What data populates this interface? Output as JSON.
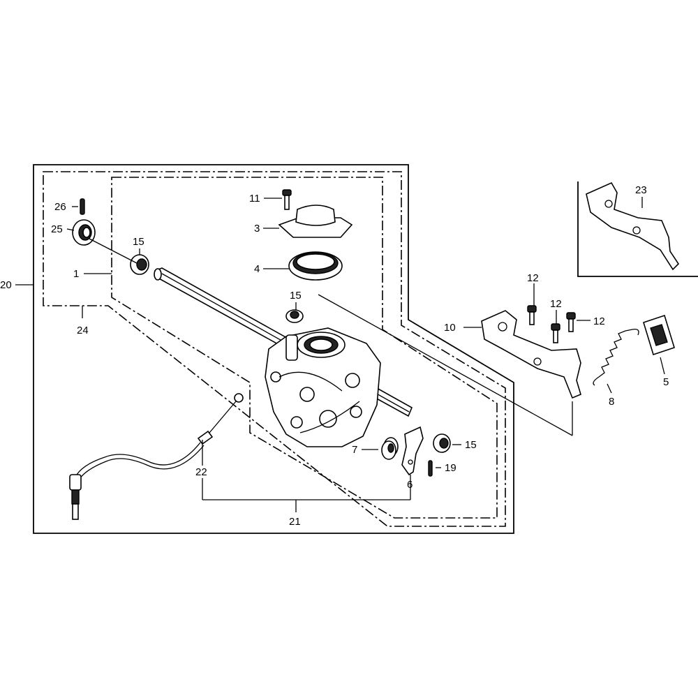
{
  "diagram": {
    "callouts": {
      "p1": "1",
      "p3": "3",
      "p4": "4",
      "p5": "5",
      "p6": "6",
      "p7": "7",
      "p8": "8",
      "p10": "10",
      "p11": "11",
      "p12a": "12",
      "p12b": "12",
      "p12c": "12",
      "p15a": "15",
      "p15b": "15",
      "p15c": "15",
      "p19": "19",
      "p20": "20",
      "p21": "21",
      "p22": "22",
      "p23": "23",
      "p24": "24",
      "p25": "25",
      "p26": "26"
    }
  }
}
